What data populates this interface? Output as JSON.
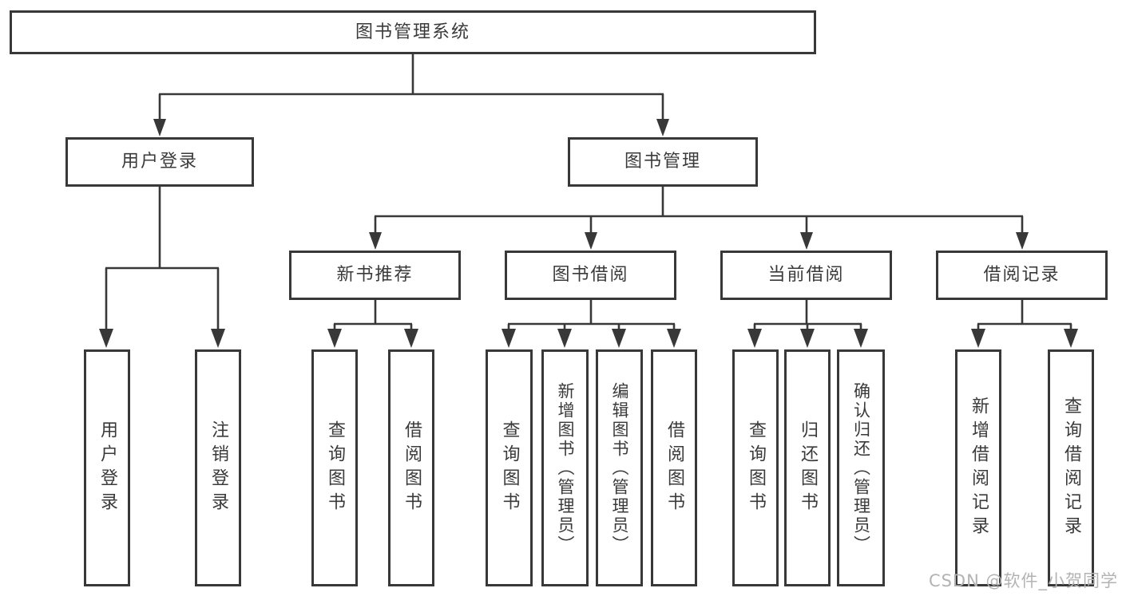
{
  "diagram": {
    "root": {
      "label": "图书管理系统"
    },
    "user_login": {
      "label": "用户登录",
      "children": {
        "login": {
          "label": "用户登录"
        },
        "logout": {
          "label": "注销登录"
        }
      }
    },
    "book_management": {
      "label": "图书管理",
      "sections": {
        "recommend": {
          "label": "新书推荐",
          "children": {
            "query": {
              "label": "查询图书"
            },
            "borrow": {
              "label": "借阅图书"
            }
          }
        },
        "borrowing": {
          "label": "图书借阅",
          "children": {
            "query": {
              "label": "查询图书"
            },
            "add": {
              "label": "新增图书（管理员）"
            },
            "edit": {
              "label": "编辑图书（管理员）"
            },
            "borrow": {
              "label": "借阅图书"
            }
          }
        },
        "current": {
          "label": "当前借阅",
          "children": {
            "query": {
              "label": "查询图书"
            },
            "return": {
              "label": "归还图书"
            },
            "confirm": {
              "label": "确认归还（管理员）"
            }
          }
        },
        "records": {
          "label": "借阅记录",
          "children": {
            "add": {
              "label": "新增借阅记录"
            },
            "query": {
              "label": "查询借阅记录"
            }
          }
        }
      }
    }
  },
  "watermark": {
    "text": "CSDN @软件_小贺同学"
  },
  "colors": {
    "line": "#383838",
    "box_border": "#383838",
    "text": "#3a3a3a",
    "watermark": "#b3b3b3",
    "background": "#ffffff"
  }
}
